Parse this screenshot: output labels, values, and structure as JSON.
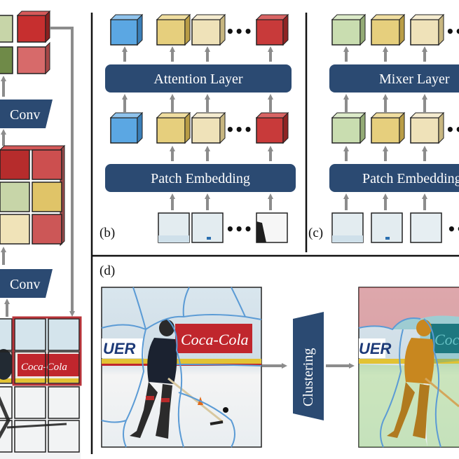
{
  "panel_a": {
    "conv_top": "Conv",
    "conv_mid": "Conv"
  },
  "panel_b": {
    "tag": "(b)",
    "attention_label": "Attention Layer",
    "patch_label": "Patch Embedding",
    "ellipsis": "•••"
  },
  "panel_c": {
    "tag": "(c)",
    "mixer_label": "Mixer Layer",
    "patch_label": "Patch Embedding",
    "ellipsis": "•••"
  },
  "panel_d": {
    "tag": "(d)",
    "clustering_label": "Clustering",
    "image_text_left": "Coca-Cola",
    "image_text_brand": "UER"
  },
  "colors": {
    "navy": "#2b4a72",
    "arrow_gray": "#8c8c8c",
    "blue_token": "#5ba7e3",
    "yellow_token": "#e6cf7d",
    "cream_token": "#efe2b9",
    "red_token": "#c83a3a",
    "green_token": "#c9ddb0"
  }
}
